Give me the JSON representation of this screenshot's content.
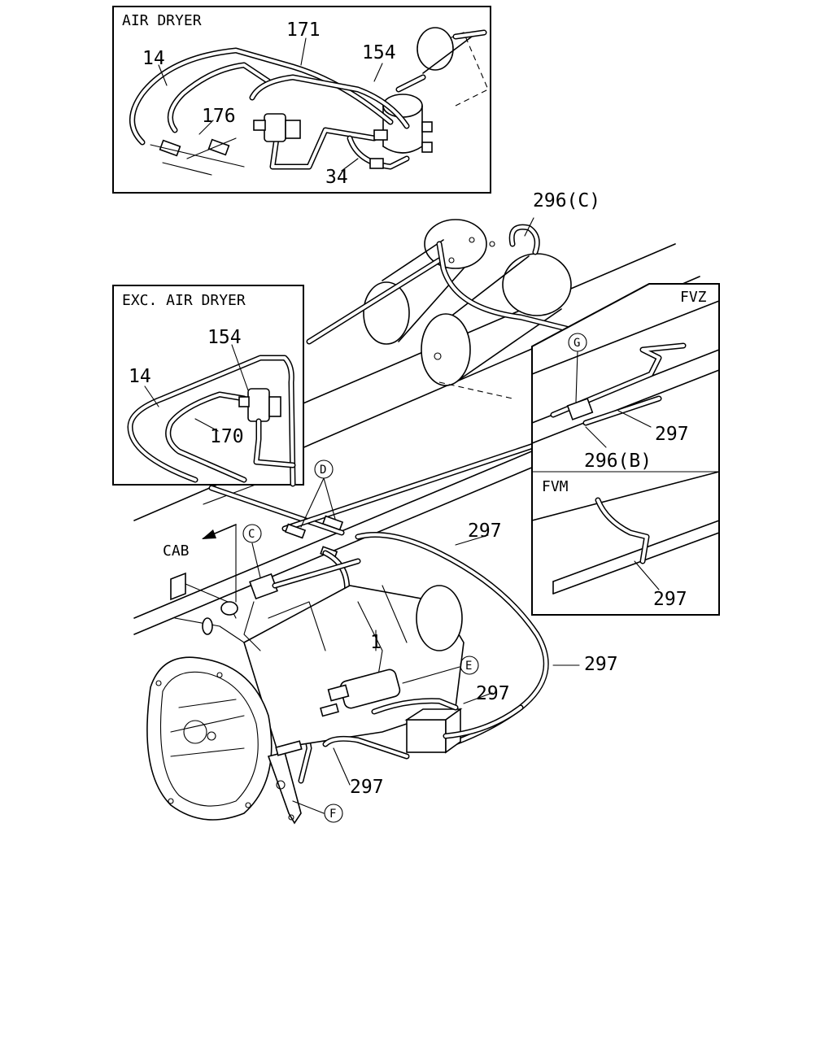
{
  "insets": {
    "air_dryer": {
      "title": "AIR DRYER"
    },
    "exc_air_dryer": {
      "title": "EXC. AIR DRYER"
    },
    "fvz": {
      "title": "FVZ"
    },
    "fvm": {
      "title": "FVM"
    }
  },
  "callouts": {
    "ad_14": "14",
    "ad_171": "171",
    "ad_154": "154",
    "ad_176": "176",
    "ad_34": "34",
    "ex_154": "154",
    "ex_14": "14",
    "ex_170": "170",
    "main_296c": "296(C)",
    "main_1": "1",
    "main_297_a": "297",
    "main_297_b": "297",
    "main_297_c": "297",
    "main_297_d": "297",
    "fvz_297": "297",
    "fvz_296b": "296(B)",
    "fvm_297": "297",
    "cab": "CAB"
  },
  "markers": {
    "g": "G",
    "d": "D",
    "c": "C",
    "e": "E",
    "f": "F"
  }
}
